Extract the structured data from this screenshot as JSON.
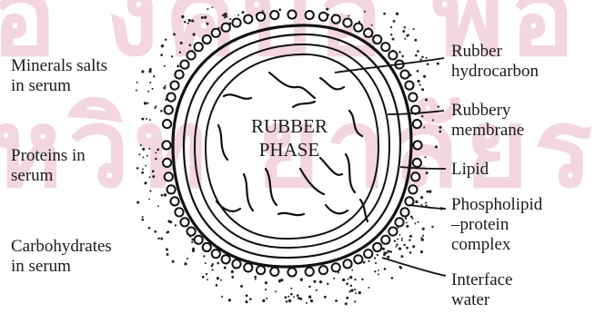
{
  "diagram": {
    "center_label_lines": [
      "RUBBER",
      "PHASE"
    ],
    "left_labels": [
      {
        "id": "minerals",
        "lines": [
          "Minerals salts",
          "in serum"
        ]
      },
      {
        "id": "proteins",
        "lines": [
          "Proteins in",
          "serum"
        ]
      },
      {
        "id": "carbohydrates",
        "lines": [
          "Carbohydrates",
          "in serum"
        ]
      }
    ],
    "right_labels": [
      {
        "id": "rubber-hydrocarbon",
        "lines": [
          "Rubber",
          "hydrocarbon"
        ]
      },
      {
        "id": "rubbery-membrane",
        "lines": [
          "Rubbery",
          "membrane"
        ]
      },
      {
        "id": "lipid",
        "lines": [
          "Lipid"
        ]
      },
      {
        "id": "phospholipid-protein-complex",
        "lines": [
          "Phospholipid",
          "–protein",
          "complex"
        ]
      },
      {
        "id": "interface-water",
        "lines": [
          "Interface",
          "water"
        ]
      }
    ],
    "watermark": {
      "lines": [
        "อ งค์บอ พอ ก",
        "หวิท ยาลัยร"
      ],
      "color": "#f3d6e2"
    }
  }
}
